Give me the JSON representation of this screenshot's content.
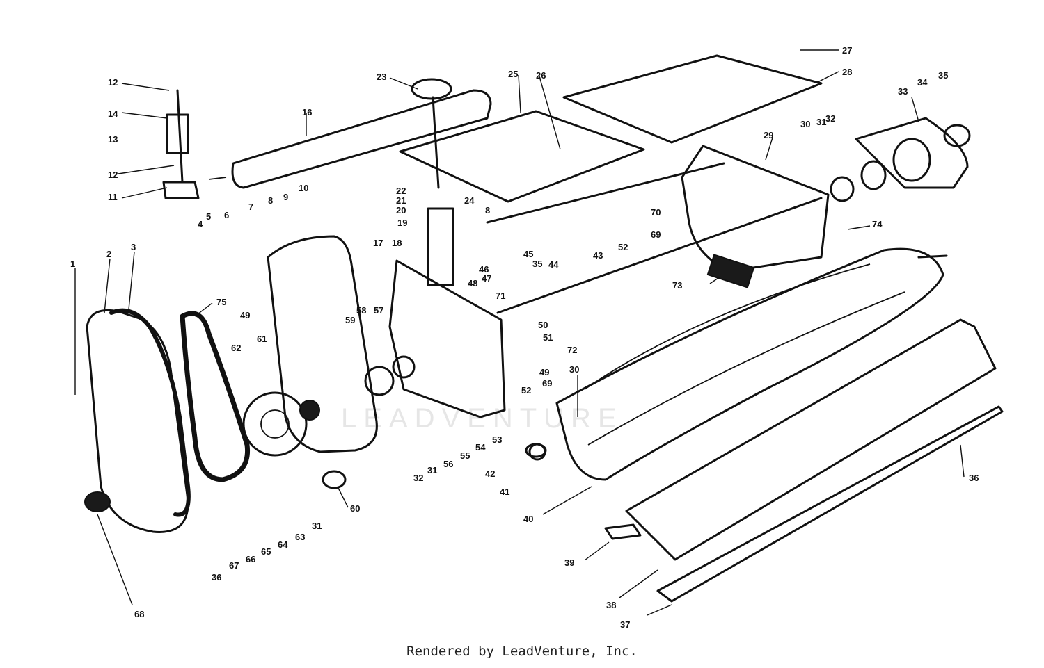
{
  "footer": "Rendered by LeadVenture, Inc.",
  "watermark": "LEADVENTURE",
  "callouts": [
    "1",
    "2",
    "3",
    "4",
    "5",
    "6",
    "7",
    "8",
    "8",
    "9",
    "10",
    "11",
    "12",
    "12",
    "13",
    "14",
    "16",
    "17",
    "18",
    "19",
    "20",
    "21",
    "22",
    "23",
    "24",
    "25",
    "26",
    "27",
    "28",
    "29",
    "30",
    "30",
    "31",
    "31",
    "31",
    "32",
    "32",
    "33",
    "34",
    "35",
    "35",
    "36",
    "36",
    "37",
    "38",
    "39",
    "40",
    "41",
    "42",
    "43",
    "44",
    "45",
    "46",
    "47",
    "48",
    "49",
    "49",
    "50",
    "51",
    "52",
    "52",
    "53",
    "54",
    "55",
    "56",
    "57",
    "58",
    "59",
    "60",
    "61",
    "62",
    "63",
    "64",
    "65",
    "66",
    "67",
    "68",
    "69",
    "69",
    "70",
    "71",
    "72",
    "73",
    "74",
    "75"
  ]
}
